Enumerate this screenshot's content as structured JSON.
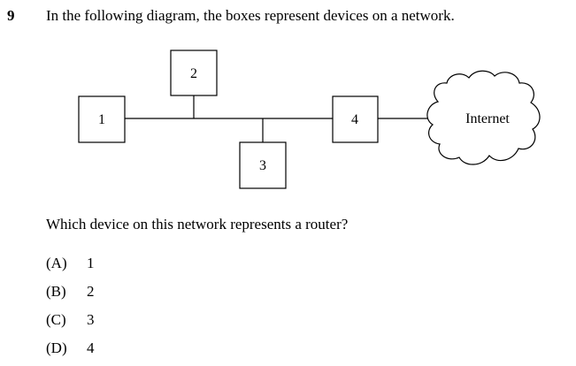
{
  "question": {
    "number": "9",
    "stem": "In the following diagram, the boxes represent devices on a network.",
    "prompt": "Which device on this network represents a router?"
  },
  "diagram": {
    "devices": [
      "1",
      "2",
      "3",
      "4"
    ],
    "cloud_label": "Internet"
  },
  "options": [
    {
      "letter": "(A)",
      "value": "1"
    },
    {
      "letter": "(B)",
      "value": "2"
    },
    {
      "letter": "(C)",
      "value": "3"
    },
    {
      "letter": "(D)",
      "value": "4"
    }
  ]
}
